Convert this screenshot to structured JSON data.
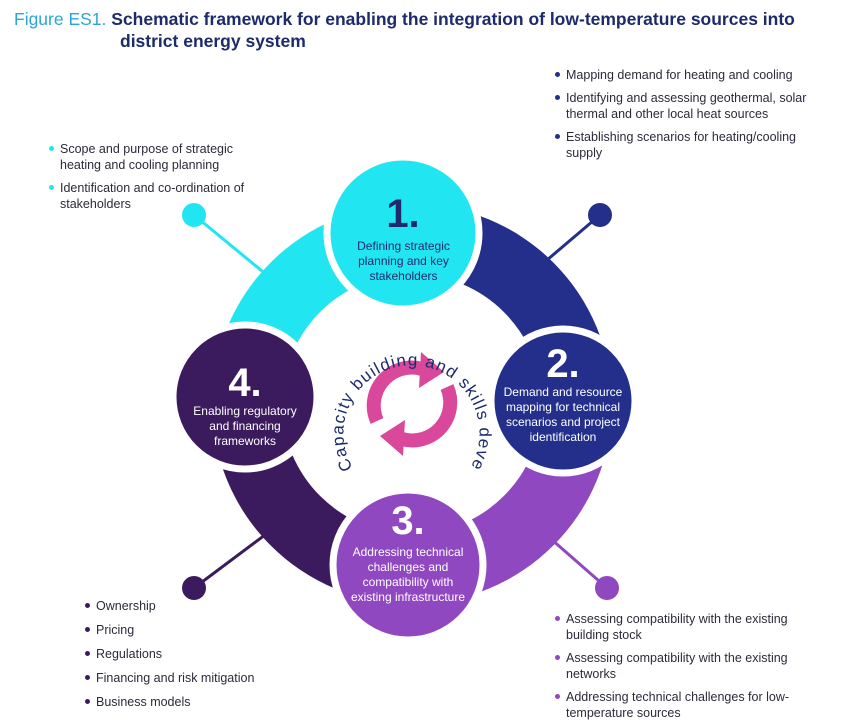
{
  "figure": {
    "label": "Figure ES1.",
    "title_line1": "Schematic framework for enabling the integration of low-temperature sources into",
    "title_line2": "district energy system"
  },
  "center": {
    "ring_text": "Capacity building and skills development"
  },
  "colors": {
    "cyan": "#21e6f2",
    "navy": "#232f8a",
    "purple": "#8f48bf",
    "dark_purple": "#3b1b5e",
    "arrow_pink": "#d9489b",
    "title_navy": "#1d2a6b"
  },
  "steps": [
    {
      "number": "1.",
      "text": "Defining strategic planning and key stakeholders",
      "bullets": [
        "Scope and purpose of strategic heating and cooling planning",
        "Identification and co-ordination of stakeholders"
      ]
    },
    {
      "number": "2.",
      "text": "Demand and resource mapping for technical scenarios and project identification",
      "bullets": [
        "Mapping demand for heating and cooling",
        "Identifying and assessing geothermal, solar thermal and other local heat sources",
        "Establishing scenarios for heating/cooling supply"
      ]
    },
    {
      "number": "3.",
      "text": "Addressing technical challenges and compatibility with existing infrastructure",
      "bullets": [
        "Assessing compatibility with the existing building stock",
        "Assessing compatibility with the existing networks",
        "Addressing technical challenges for low-temperature sources"
      ]
    },
    {
      "number": "4.",
      "text": "Enabling regulatory and financing frameworks",
      "bullets": [
        "Ownership",
        "Pricing",
        "Regulations",
        "Financing and risk mitigation",
        "Business models"
      ]
    }
  ]
}
